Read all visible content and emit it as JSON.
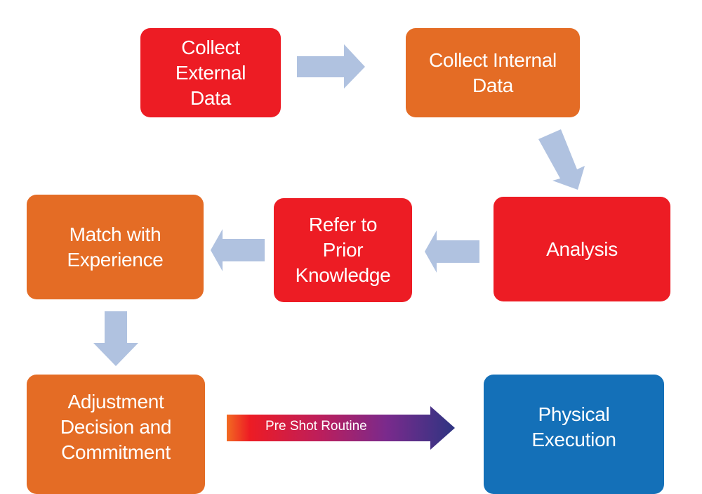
{
  "diagram": {
    "colors": {
      "red": "#ED1C24",
      "orange": "#E46C25",
      "blue": "#1470B8",
      "arrow": "#B0C2E0",
      "gradient": [
        "#F26B22",
        "#ED1C24",
        "#BE1E5A",
        "#7A2A8C",
        "#2E3582"
      ]
    },
    "nodes": {
      "collect_external": {
        "label": "Collect External\nData",
        "color": "red"
      },
      "collect_internal": {
        "label": "Collect Internal\nData",
        "color": "orange"
      },
      "analysis": {
        "label": "Analysis",
        "color": "red"
      },
      "refer_prior": {
        "label": "Refer to\nPrior\nKnowledge",
        "color": "red"
      },
      "match_experience": {
        "label": "Match with\nExperience",
        "color": "orange"
      },
      "adjustment": {
        "label": "Adjustment\nDecision and\nCommitment",
        "color": "orange"
      },
      "physical_execution": {
        "label": "Physical\nExecution",
        "color": "blue"
      }
    },
    "edges": [
      {
        "from": "collect_external",
        "to": "collect_internal",
        "direction": "right"
      },
      {
        "from": "collect_internal",
        "to": "analysis",
        "direction": "down-right"
      },
      {
        "from": "analysis",
        "to": "refer_prior",
        "direction": "left"
      },
      {
        "from": "refer_prior",
        "to": "match_experience",
        "direction": "left"
      },
      {
        "from": "match_experience",
        "to": "adjustment",
        "direction": "down"
      },
      {
        "from": "adjustment",
        "to": "physical_execution",
        "direction": "right",
        "label": "Pre Shot Routine"
      }
    ]
  }
}
